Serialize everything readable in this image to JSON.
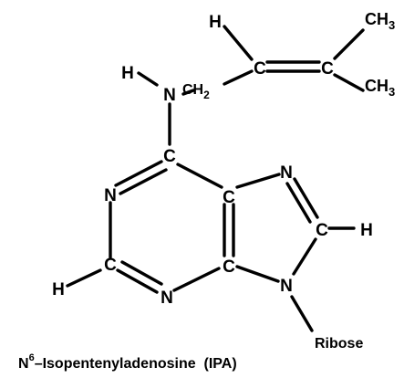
{
  "molecule": {
    "atoms": [
      {
        "id": "h_top",
        "label": "H"
      },
      {
        "id": "c_alk1",
        "label": "C"
      },
      {
        "id": "c_alk2",
        "label": "C"
      },
      {
        "id": "ch3_top",
        "main": "CH",
        "sub": "3"
      },
      {
        "id": "ch3_bot",
        "main": "CH",
        "sub": "3"
      },
      {
        "id": "ch2",
        "main": "CH",
        "sub": "2"
      },
      {
        "id": "h_n6",
        "label": "H"
      },
      {
        "id": "n6",
        "label": "N"
      },
      {
        "id": "c6",
        "label": "C"
      },
      {
        "id": "n1",
        "label": "N"
      },
      {
        "id": "c5",
        "label": "C"
      },
      {
        "id": "n7",
        "label": "N"
      },
      {
        "id": "c8",
        "label": "C"
      },
      {
        "id": "h8",
        "label": "H"
      },
      {
        "id": "c2",
        "label": "C"
      },
      {
        "id": "h2",
        "label": "H"
      },
      {
        "id": "c4",
        "label": "C"
      },
      {
        "id": "n3",
        "label": "N"
      },
      {
        "id": "n9",
        "label": "N"
      }
    ],
    "substituent": "Ribose"
  },
  "caption": {
    "prefix": "N",
    "superscript": "6",
    "rest": "–Isopentenyladenosine  (IPA)"
  }
}
